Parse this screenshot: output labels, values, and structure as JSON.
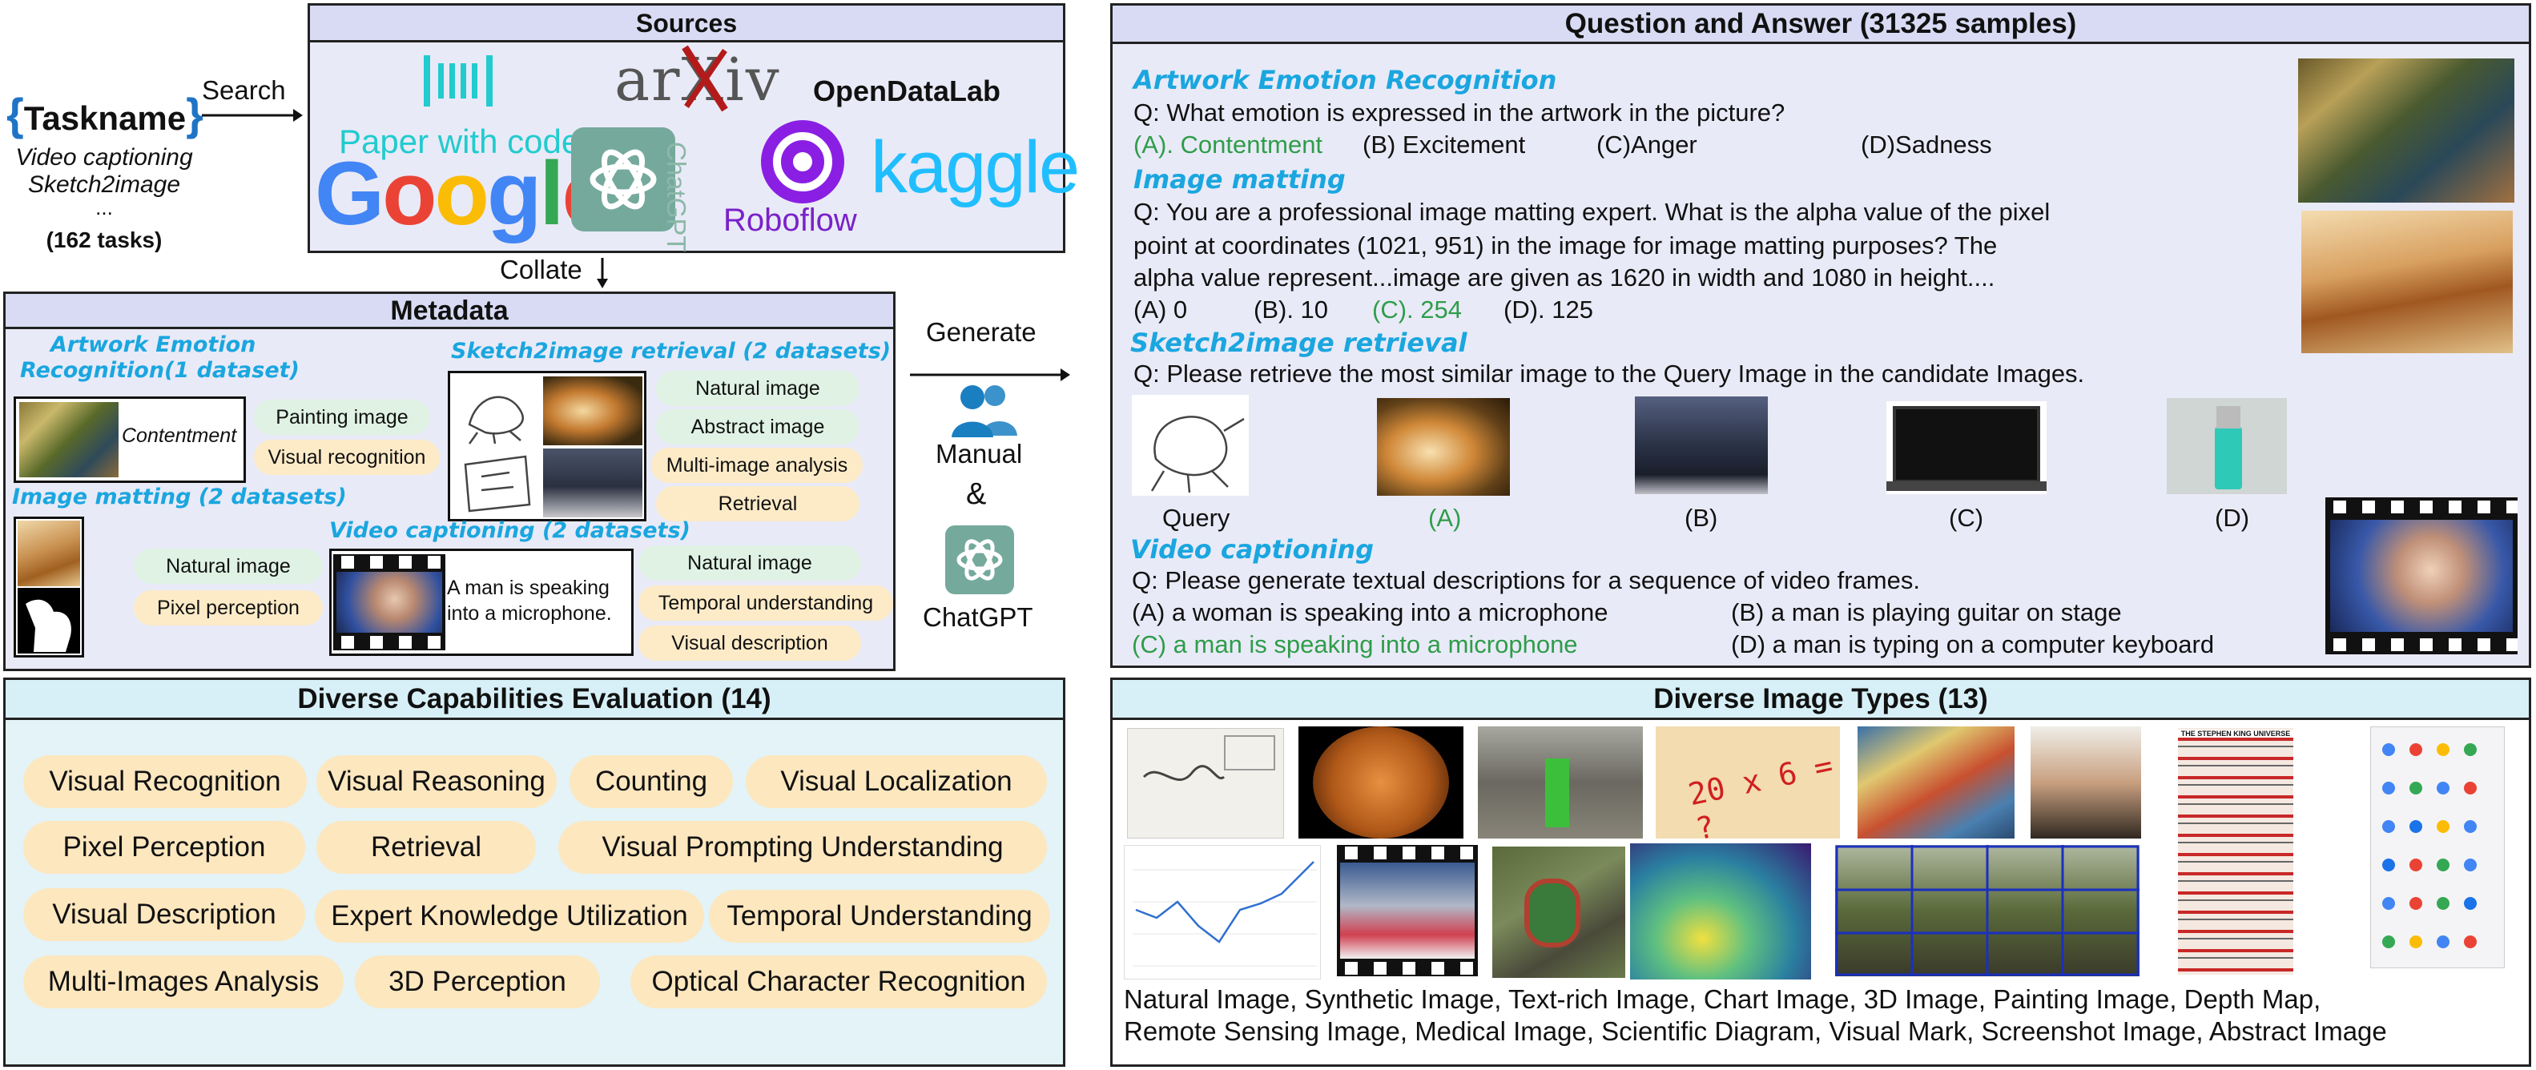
{
  "taskname": {
    "brace_open": "{",
    "label": "Taskname",
    "brace_close": "}",
    "examples": [
      "Video captioning",
      "Sketch2image",
      "..."
    ],
    "count": "(162 tasks)"
  },
  "arrows": {
    "search": "Search",
    "collate": "Collate",
    "generate": "Generate",
    "manual": "Manual",
    "amp": "&",
    "chatgpt": "ChatGPT"
  },
  "sources": {
    "title": "Sources",
    "logos": {
      "pwc_text": "Paper with code",
      "arxiv": "arXiv",
      "opendatalab": "OpenDataLab",
      "google": "Google",
      "chatgpt_vertical": "ChatGPT",
      "roboflow": "Roboflow",
      "kaggle": "kaggle"
    }
  },
  "metadata": {
    "title": "Metadata",
    "artwork": {
      "heading_line1": "Artwork Emotion",
      "heading_line2": "Recognition(1 dataset)",
      "caption": "Contentment",
      "tags": [
        "Painting image",
        "Visual recognition"
      ]
    },
    "sketch": {
      "heading": "Sketch2image retrieval (2 datasets)",
      "tags": [
        "Natural image",
        "Abstract image",
        "Multi-image analysis",
        "Retrieval"
      ]
    },
    "matting": {
      "heading": "Image matting (2 datasets)",
      "tags": [
        "Natural image",
        "Pixel perception"
      ]
    },
    "video": {
      "heading": "Video captioning (2 datasets)",
      "caption_line1": "A man is speaking",
      "caption_line2": "into a microphone.",
      "tags": [
        "Natural image",
        "Temporal understanding",
        "Visual description"
      ]
    }
  },
  "qa": {
    "title": "Question and Answer (31325 samples)",
    "artwork": {
      "heading": "Artwork Emotion Recognition",
      "question": "Q: What emotion is expressed in the artwork in the picture?",
      "options": [
        "(A). Contentment",
        "(B) Excitement",
        "(C)Anger",
        "(D)Sadness"
      ]
    },
    "matting": {
      "heading": "Image matting",
      "question_lines": [
        "Q: You are a professional image matting expert. What is the alpha value of the pixel",
        "point at coordinates (1021, 951) in the image for image matting purposes? The",
        "alpha value represent...image are given as 1620 in width and 1080 in height...."
      ],
      "options": [
        "(A) 0",
        "(B). 10",
        "(C). 254",
        "(D). 125"
      ]
    },
    "sketch": {
      "heading": "Sketch2image retrieval",
      "question": "Q: Please retrieve the most similar image to the Query Image in the candidate Images.",
      "labels": [
        "Query",
        "(A)",
        "(B)",
        "(C)",
        "(D)"
      ]
    },
    "video": {
      "heading": "Video captioning",
      "question": "Q: Please generate textual descriptions for a sequence of video frames.",
      "options": [
        "(A) a woman is speaking into a microphone",
        "(B) a man is playing guitar on stage",
        "(C) a man is speaking into a microphone",
        "(D) a man is typing on a computer keyboard"
      ]
    }
  },
  "capabilities": {
    "title": "Diverse Capabilities Evaluation (14)",
    "items": [
      "Visual Recognition",
      "Visual Reasoning",
      "Counting",
      "Visual Localization",
      "Pixel Perception",
      "Retrieval",
      "Visual Prompting Understanding",
      "Visual Description",
      "Expert Knowledge Utilization",
      "Temporal Understanding",
      "Multi-Images Analysis",
      "3D Perception",
      "Optical Character Recognition"
    ]
  },
  "image_types": {
    "title": "Diverse Image Types  (13)",
    "line1": "Natural Image, Synthetic Image, Text-rich Image, Chart Image, 3D Image, Painting Image, Depth Map,",
    "line2": "Remote Sensing Image, Medical Image, Scientific Diagram, Visual Mark, Screenshot Image, Abstract Image",
    "math_text": "20 x 6 = ?",
    "poster_text": "THE STEPHEN KING UNIVERSE"
  }
}
